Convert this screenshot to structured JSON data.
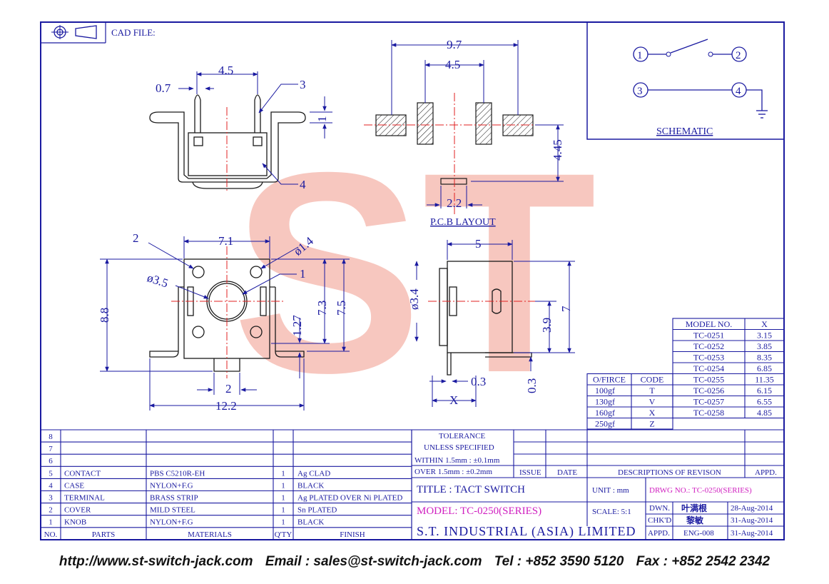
{
  "header": {
    "cad_file_label": "CAD FILE:"
  },
  "watermark": {
    "text": "ST"
  },
  "schematic": {
    "label": "SCHEMATIC",
    "pins": [
      "1",
      "2",
      "3",
      "4"
    ]
  },
  "pcb_layout": {
    "label": "P.C.B LAYOUT"
  },
  "dimensions": {
    "top_view": {
      "d1": "4.5",
      "d2": "0.7",
      "d3": "1"
    },
    "pcb": {
      "d1": "9.7",
      "d2": "4.5",
      "d3": "4.45",
      "d4": "2.2"
    },
    "bottom_view": {
      "d1": "7.1",
      "d2": "ø1.4",
      "d3": "ø3.5",
      "d4": "8.8",
      "d5": "7.3",
      "d6": "7.5",
      "d7": "1.27",
      "d8": "2",
      "d9": "12.2"
    },
    "side_view": {
      "d1": "5",
      "d2": "ø3.4",
      "d3": "7",
      "d4": "3.9",
      "d5": "0.3",
      "d6": "0.3",
      "d7": "X"
    }
  },
  "callouts": [
    "1",
    "2",
    "3",
    "4",
    "2",
    "1"
  ],
  "model_table": {
    "headers": [
      "MODEL NO.",
      "X"
    ],
    "rows": [
      [
        "TC-0251",
        "3.15"
      ],
      [
        "TC-0252",
        "3.85"
      ],
      [
        "TC-0253",
        "8.35"
      ],
      [
        "TC-0254",
        "6.85"
      ],
      [
        "TC-0255",
        "11.35"
      ],
      [
        "TC-0256",
        "6.15"
      ],
      [
        "TC-0257",
        "6.55"
      ],
      [
        "TC-0258",
        "4.85"
      ]
    ]
  },
  "force_table": {
    "headers": [
      "O/FIRCE",
      "CODE"
    ],
    "rows": [
      [
        "100gf",
        "T"
      ],
      [
        "130gf",
        "V"
      ],
      [
        "160gf",
        "X"
      ],
      [
        "250gf",
        "Z"
      ]
    ]
  },
  "bom": {
    "headers": [
      "NO.",
      "PARTS",
      "MATERIALS",
      "Q'TY",
      "FINISH"
    ],
    "rows": [
      [
        "8",
        "",
        "",
        "",
        ""
      ],
      [
        "7",
        "",
        "",
        "",
        ""
      ],
      [
        "6",
        "",
        "",
        "",
        ""
      ],
      [
        "5",
        "CONTACT",
        "PBS C5210R-EH",
        "1",
        "Ag CLAD"
      ],
      [
        "4",
        "CASE",
        "NYLON+F.G",
        "1",
        "BLACK"
      ],
      [
        "3",
        "TERMINAL",
        "BRASS STRIP",
        "1",
        "Ag PLATED OVER Ni PLATED"
      ],
      [
        "2",
        "COVER",
        "MILD STEEL",
        "1",
        "Sn PLATED"
      ],
      [
        "1",
        "KNOB",
        "NYLON+F.G",
        "1",
        "BLACK"
      ]
    ]
  },
  "tolerance": {
    "title1": "TOLERANCE",
    "title2": "UNLESS SPECIFIED",
    "line1": "WITHIN 1.5mm : ±0.1mm",
    "line2": "OVER   1.5mm : ±0.2mm"
  },
  "revision": {
    "issue": "ISSUE",
    "date": "DATE",
    "desc": "DESCRIPTIONS OF REVISON",
    "appd": "APPD."
  },
  "title_block": {
    "title": "TITLE : TACT SWITCH",
    "unit": "UNIT :  mm",
    "drwg": "DRWG NO.: TC-0250(SERIES)",
    "model": "MODEL: TC-0250(SERIES)",
    "scale": "SCALE:  5:1",
    "company": "S.T. INDUSTRIAL (ASIA) LIMITED",
    "dwn_label": "DWN.",
    "dwn_name": "叶满根",
    "dwn_date": "28-Aug-2014",
    "chkd_label": "CHK'D",
    "chkd_name": "黎敏",
    "chkd_date": "31-Aug-2014",
    "appd_label": "APPD.",
    "appd_name": "ENG-008",
    "appd_date": "31-Aug-2014"
  },
  "footer": {
    "web": "http://www.st-switch-jack.com",
    "email": "Email : sales@st-switch-jack.com",
    "tel": "Tel : +852 3590 5120",
    "fax": "Fax : +852 2542 2342"
  }
}
